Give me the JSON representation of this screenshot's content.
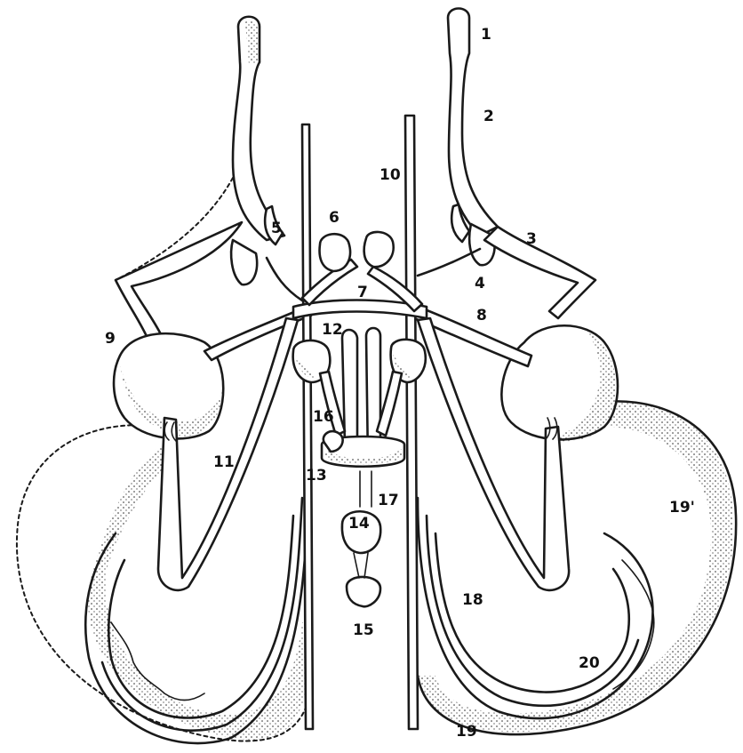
{
  "labels": {
    "l1": "1",
    "l2": "2",
    "l3": "3",
    "l4": "4",
    "l5": "5",
    "l6": "6",
    "l7": "7",
    "l8": "8",
    "l9": "9",
    "l10": "10",
    "l11": "11",
    "l12": "12",
    "l13": "13",
    "l14": "14",
    "l15": "15",
    "l16": "16",
    "l17": "17",
    "l18": "18",
    "l19": "19",
    "l19p": "19'",
    "l20": "20"
  },
  "colors": {
    "ink": "#1a1a1a",
    "paper": "#ffffff"
  }
}
